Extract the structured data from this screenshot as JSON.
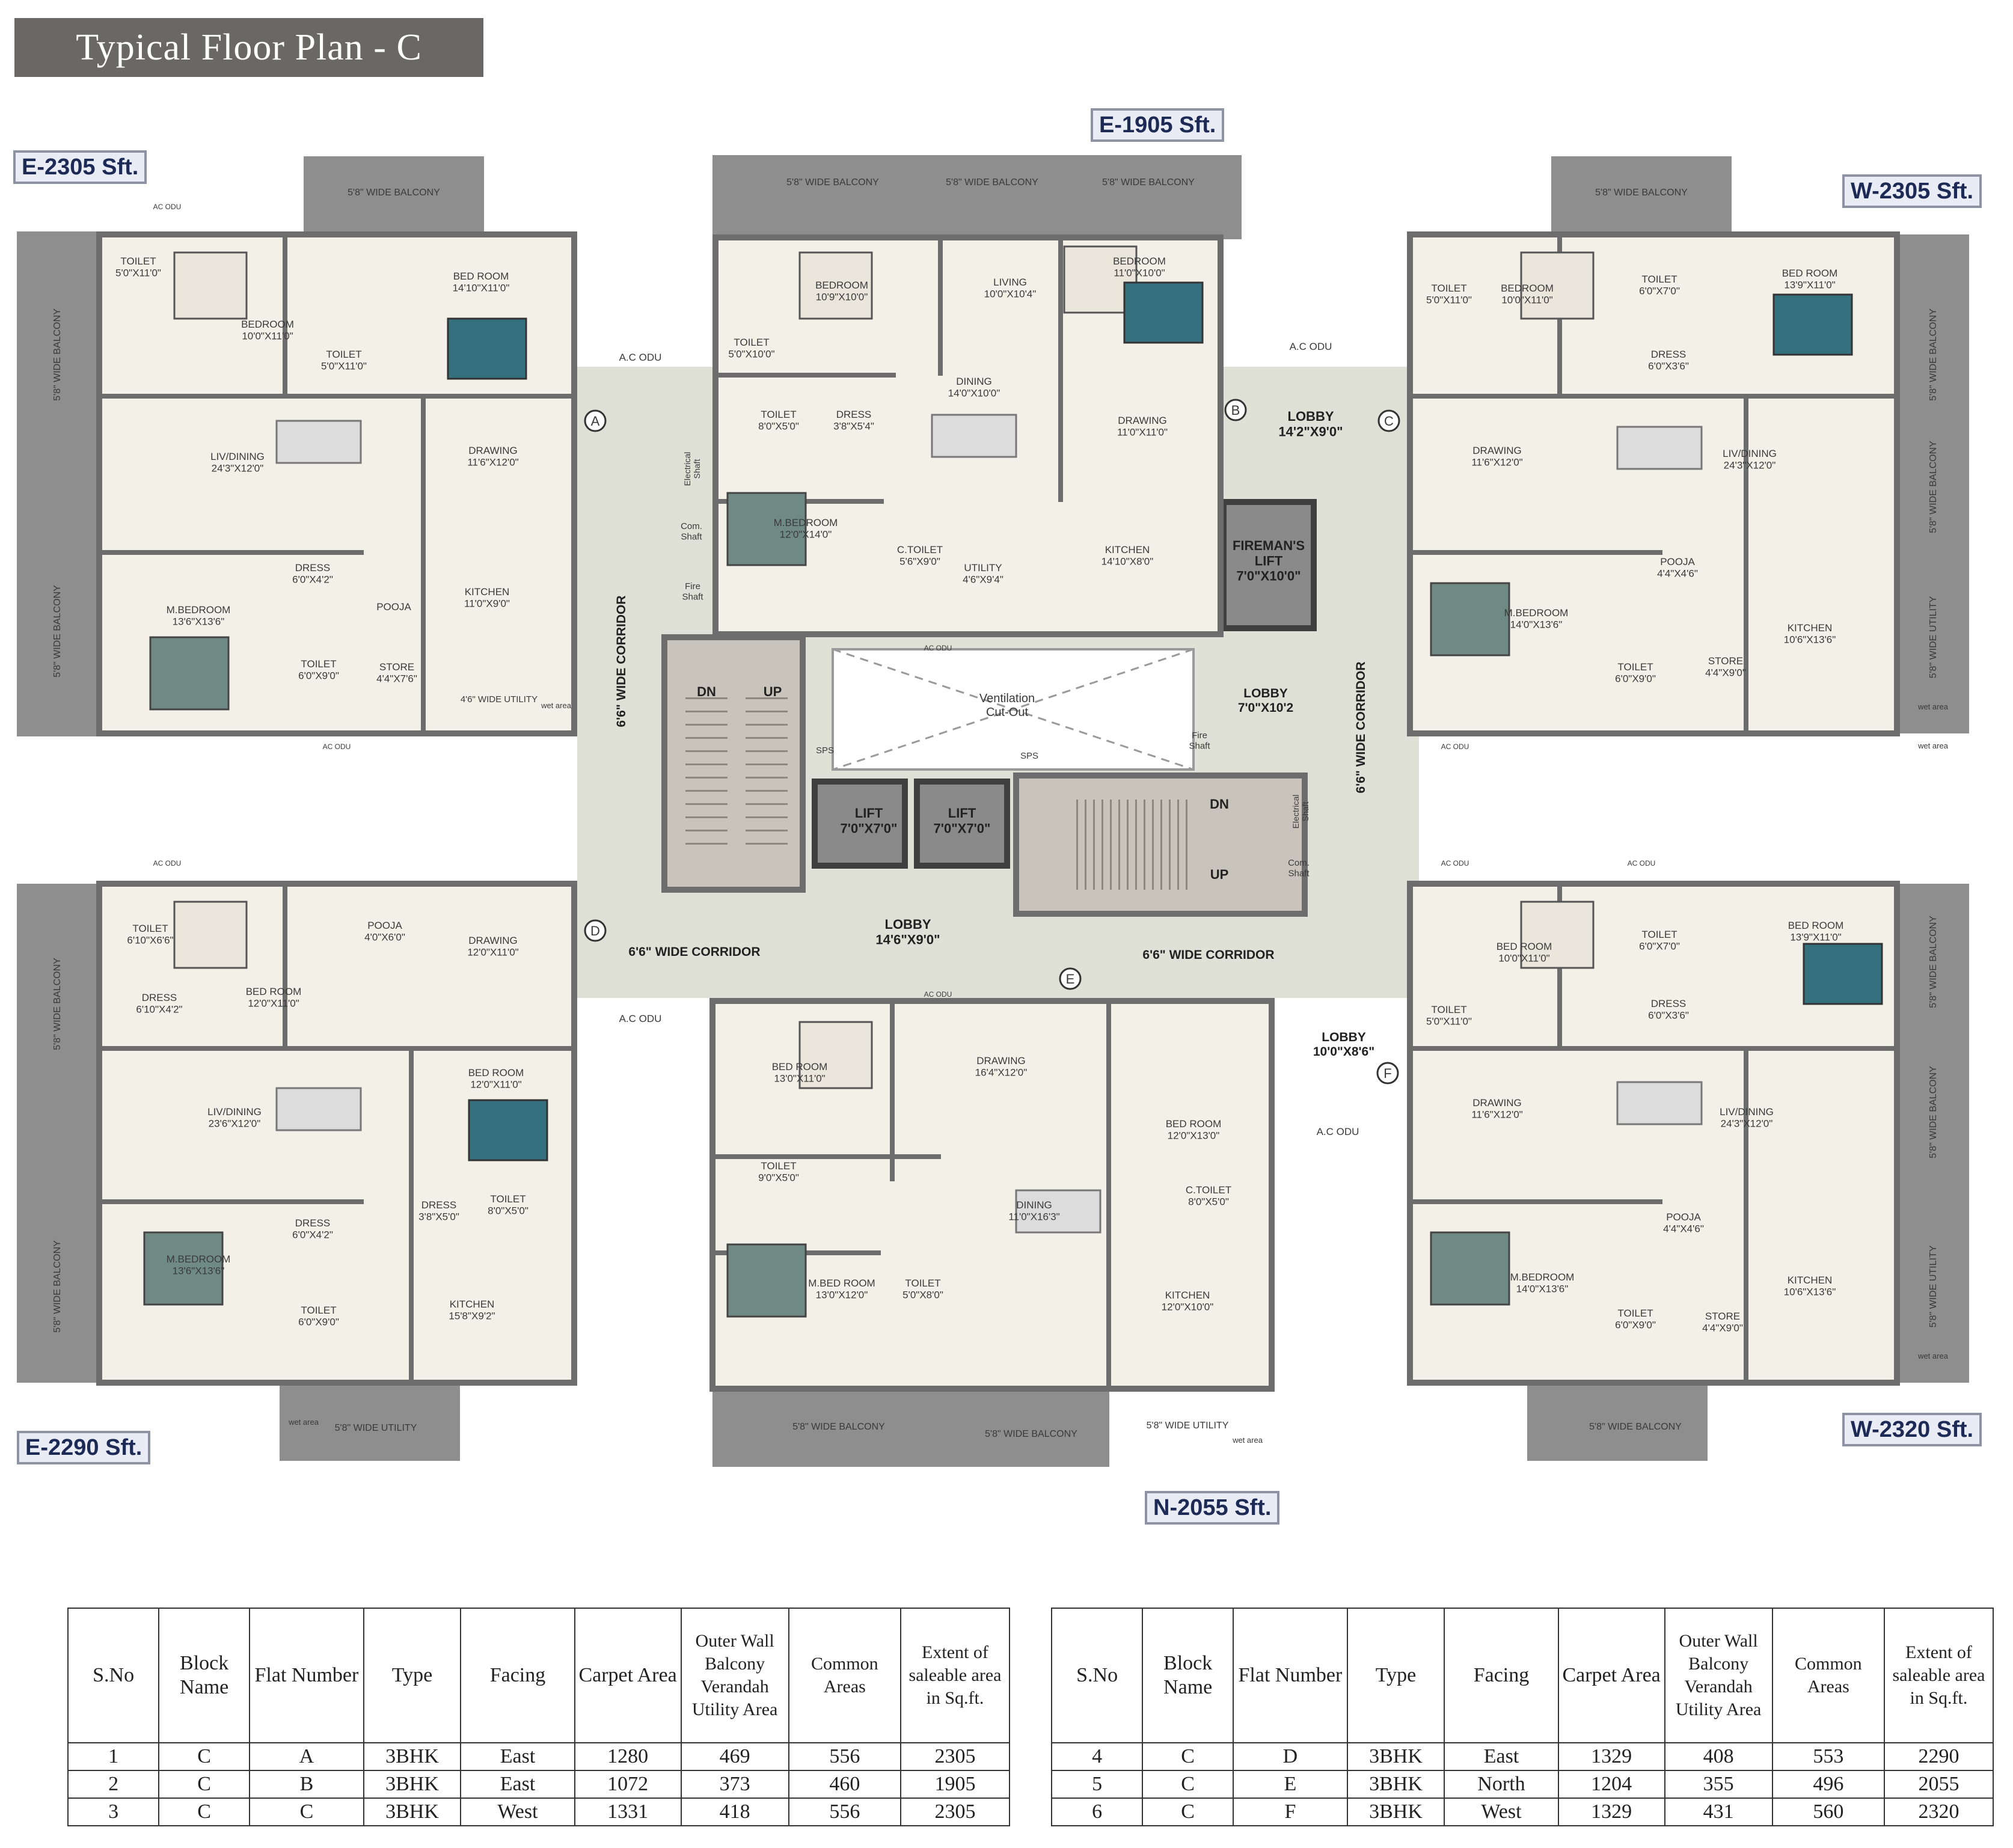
{
  "title": "Typical Floor Plan - C",
  "flat_areas": {
    "top_left": "E-2305 Sft.",
    "top_center": "E-1905 Sft.",
    "top_right": "W-2305 Sft.",
    "bottom_left": "E-2290 Sft.",
    "bottom_center": "N-2055 Sft.",
    "bottom_right": "W-2320 Sft."
  },
  "flat_markers": [
    "A",
    "B",
    "C",
    "D",
    "E",
    "F"
  ],
  "core": {
    "lift_1": [
      "LIFT",
      "7'0\"X7'0\""
    ],
    "lift_2": [
      "LIFT",
      "7'0\"X7'0\""
    ],
    "fireman_lift": [
      "FIREMAN'S",
      "LIFT",
      "7'0\"X10'0\""
    ],
    "lobby_top": [
      "LOBBY",
      "14'2\"X9'0\""
    ],
    "lobby_right": [
      "LOBBY",
      "7'0\"X10'2"
    ],
    "lobby_bottom": [
      "LOBBY",
      "14'6\"X9'0\""
    ],
    "lobby_bottom_right": [
      "LOBBY",
      "10'0\"X8'6\""
    ],
    "ventilation": [
      "Ventilation",
      "Cut-Out"
    ],
    "corridor_left": "6'6\" WIDE CORRIDOR",
    "corridor_right": "6'6\" WIDE CORRIDOR",
    "corridor_bottom_left": "6'6\" WIDE CORRIDOR",
    "corridor_bottom_right": "6'6\" WIDE CORRIDOR",
    "stair_dn": "DN",
    "stair_up": "UP",
    "ac_odu": "A.C ODU",
    "sps": "SPS",
    "fire_shaft": [
      "Fire",
      "Shaft"
    ],
    "electrical_shaft": [
      "Electrical",
      "Shaft"
    ],
    "com_shaft": [
      "Com.",
      "Shaft"
    ]
  },
  "rooms": {
    "a_toilet1": [
      "TOILET",
      "5'0\"X11'0\""
    ],
    "a_bedroom1": [
      "BEDROOM",
      "10'0\"X11'0\""
    ],
    "a_toilet2": [
      "TOILET",
      "5'0\"X11'0\""
    ],
    "a_bedroom2": [
      "BED ROOM",
      "14'10\"X11'0\""
    ],
    "a_liv": [
      "LIV/DINING",
      "24'3\"X12'0\""
    ],
    "a_drawing": [
      "DRAWING",
      "11'6\"X12'0\""
    ],
    "a_mbed": [
      "M.BEDROOM",
      "13'6\"X13'6\""
    ],
    "a_dress": [
      "DRESS",
      "6'0\"X4'2\""
    ],
    "a_pooja": [
      "POOJA"
    ],
    "a_kitchen": [
      "KITCHEN",
      "11'0\"X9'0\""
    ],
    "a_toilet3": [
      "TOILET",
      "6'0\"X9'0\""
    ],
    "a_store": [
      "STORE",
      "4'4\"X7'6\""
    ],
    "a_utility": "4'6\" WIDE UTILITY",
    "b_toilet": [
      "TOILET",
      "5'0\"X10'0\""
    ],
    "b_bedroom1": [
      "BEDROOM",
      "10'9\"X10'0\""
    ],
    "b_living": [
      "LIVING",
      "10'0\"X10'4\""
    ],
    "b_bedroom2": [
      "BEDROOM",
      "11'0\"X10'0\""
    ],
    "b_dining": [
      "DINING",
      "14'0\"X10'0\""
    ],
    "b_toilet2": [
      "TOILET",
      "8'0\"X5'0\""
    ],
    "b_dress": [
      "DRESS",
      "3'8\"X5'4\""
    ],
    "b_drawing": [
      "DRAWING",
      "11'0\"X11'0\""
    ],
    "b_mbed": [
      "M.BEDROOM",
      "12'0\"X14'0\""
    ],
    "b_ctoilet": [
      "C.TOILET",
      "5'6\"X9'0\""
    ],
    "b_utility": [
      "UTILITY",
      "4'6\"X9'4\""
    ],
    "b_kitchen": [
      "KITCHEN",
      "14'10\"X8'0\""
    ],
    "c_toilet": [
      "TOILET",
      "5'0\"X11'0\""
    ],
    "c_bedroom1": [
      "BEDROOM",
      "10'0\"X11'0\""
    ],
    "c_toilet2": [
      "TOILET",
      "6'0\"X7'0\""
    ],
    "c_dress": [
      "DRESS",
      "6'0\"X3'6\""
    ],
    "c_bedroom2": [
      "BED ROOM",
      "13'9\"X11'0\""
    ],
    "c_drawing": [
      "DRAWING",
      "11'6\"X12'0\""
    ],
    "c_liv": [
      "LIV/DINING",
      "24'3\"X12'0\""
    ],
    "c_mbed": [
      "M.BEDROOM",
      "14'0\"X13'6\""
    ],
    "c_pooja": [
      "POOJA",
      "4'4\"X4'6\""
    ],
    "c_toilet3": [
      "TOILET",
      "6'0\"X9'0\""
    ],
    "c_store": [
      "STORE",
      "4'4\"X9'0\""
    ],
    "c_kitchen": [
      "KITCHEN",
      "10'6\"X13'6\""
    ],
    "d_toilet": [
      "TOILET",
      "6'10\"X6'6\""
    ],
    "d_dress": [
      "DRESS",
      "6'10\"X4'2\""
    ],
    "d_bedroom": [
      "BED ROOM",
      "12'0\"X11'0\""
    ],
    "d_pooja": [
      "POOJA",
      "4'0\"X6'0\""
    ],
    "d_drawing": [
      "DRAWING",
      "12'0\"X11'0\""
    ],
    "d_liv": [
      "LIV/DINING",
      "23'6\"X12'0\""
    ],
    "d_bedroom2": [
      "BED ROOM",
      "12'0\"X11'0\""
    ],
    "d_dress2": [
      "DRESS",
      "3'8\"X5'0\""
    ],
    "d_toilet2": [
      "TOILET",
      "8'0\"X5'0\""
    ],
    "d_mbed": [
      "M.BEDROOM",
      "13'6\"X13'6\""
    ],
    "d_dress3": [
      "DRESS",
      "6'0\"X4'2\""
    ],
    "d_toilet3": [
      "TOILET",
      "6'0\"X9'0\""
    ],
    "d_kitchen": [
      "KITCHEN",
      "15'8\"X9'2\""
    ],
    "e_bedroom": [
      "BED ROOM",
      "13'0\"X11'0\""
    ],
    "e_drawing": [
      "DRAWING",
      "16'4\"X12'0\""
    ],
    "e_bedroom2": [
      "BED ROOM",
      "12'0\"X13'0\""
    ],
    "e_toilet": [
      "TOILET",
      "9'0\"X5'0\""
    ],
    "e_dining": [
      "DINING",
      "11'0\"X16'3\""
    ],
    "e_ctoilet": [
      "C.TOILET",
      "8'0\"X5'0\""
    ],
    "e_mbed": [
      "M.BED ROOM",
      "13'0\"X12'0\""
    ],
    "e_toilet2": [
      "TOILET",
      "5'0\"X8'0\""
    ],
    "e_kitchen": [
      "KITCHEN",
      "12'0\"X10'0\""
    ],
    "f_bedroom1": [
      "BED ROOM",
      "10'0\"X11'0\""
    ],
    "f_toilet": [
      "TOILET",
      "6'0\"X7'0\""
    ],
    "f_dress": [
      "DRESS",
      "6'0\"X3'6\""
    ],
    "f_bedroom2": [
      "BED ROOM",
      "13'9\"X11'0\""
    ],
    "f_toilet2": [
      "TOILET",
      "5'0\"X11'0\""
    ],
    "f_drawing": [
      "DRAWING",
      "11'6\"X12'0\""
    ],
    "f_liv": [
      "LIV/DINING",
      "24'3\"X12'0\""
    ],
    "f_mbed": [
      "M.BEDROOM",
      "14'0\"X13'6\""
    ],
    "f_pooja": [
      "POOJA",
      "4'4\"X4'6\""
    ],
    "f_toilet3": [
      "TOILET",
      "6'0\"X9'0\""
    ],
    "f_store": [
      "STORE",
      "4'4\"X9'0\""
    ],
    "f_kitchen": [
      "KITCHEN",
      "10'6\"X13'6\""
    ]
  },
  "balconies": {
    "wide_balcony": "5'8\" WIDE BALCONY",
    "wide_utility": "5'8\" WIDE UTILITY",
    "wet_area": "wet area",
    "ac_odu_small": "AC ODU"
  },
  "table": {
    "headers": [
      "S.No",
      "Block Name",
      "Flat Number",
      "Type",
      "Facing",
      "Carpet Area",
      "Outer Wall Balcony Verandah Utility Area",
      "Common Areas",
      "Extent of saleable area in Sq.ft."
    ],
    "rows_left": [
      [
        "1",
        "C",
        "A",
        "3BHK",
        "East",
        "1280",
        "469",
        "556",
        "2305"
      ],
      [
        "2",
        "C",
        "B",
        "3BHK",
        "East",
        "1072",
        "373",
        "460",
        "1905"
      ],
      [
        "3",
        "C",
        "C",
        "3BHK",
        "West",
        "1331",
        "418",
        "556",
        "2305"
      ]
    ],
    "rows_right": [
      [
        "4",
        "C",
        "D",
        "3BHK",
        "East",
        "1329",
        "408",
        "553",
        "2290"
      ],
      [
        "5",
        "C",
        "E",
        "3BHK",
        "North",
        "1204",
        "355",
        "496",
        "2055"
      ],
      [
        "6",
        "C",
        "F",
        "3BHK",
        "West",
        "1329",
        "431",
        "560",
        "2320"
      ]
    ]
  },
  "colors": {
    "wall": "#6d6d6d",
    "floor": "#f3f0e8",
    "corridor": "#dfe0d6",
    "balcony": "#8e8e8e",
    "title_bg": "#6a6866",
    "tag_text": "#1d2a55"
  }
}
